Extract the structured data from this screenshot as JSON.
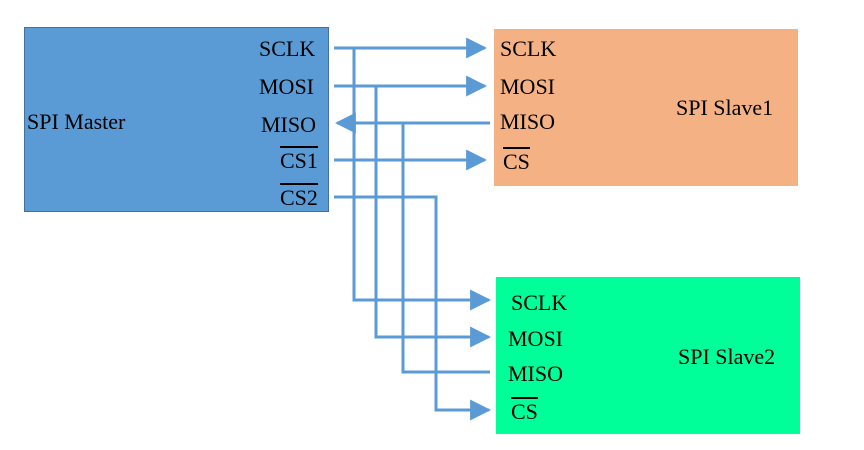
{
  "master": {
    "title": "SPI Master",
    "pins": {
      "sclk": "SCLK",
      "mosi": "MOSI",
      "miso": "MISO",
      "cs1": "CS1",
      "cs2": "CS2"
    }
  },
  "slave1": {
    "title": "SPI Slave1",
    "pins": {
      "sclk": "SCLK",
      "mosi": "MOSI",
      "miso": "MISO",
      "cs": "CS"
    }
  },
  "slave2": {
    "title": "SPI Slave2",
    "pins": {
      "sclk": "SCLK",
      "mosi": "MOSI",
      "miso": "MISO",
      "cs": "CS"
    }
  },
  "colors": {
    "master_fill": "#5b9bd5",
    "slave1_fill": "#f4b183",
    "slave2_fill": "#00ff99",
    "wire": "#5b9bd5"
  }
}
